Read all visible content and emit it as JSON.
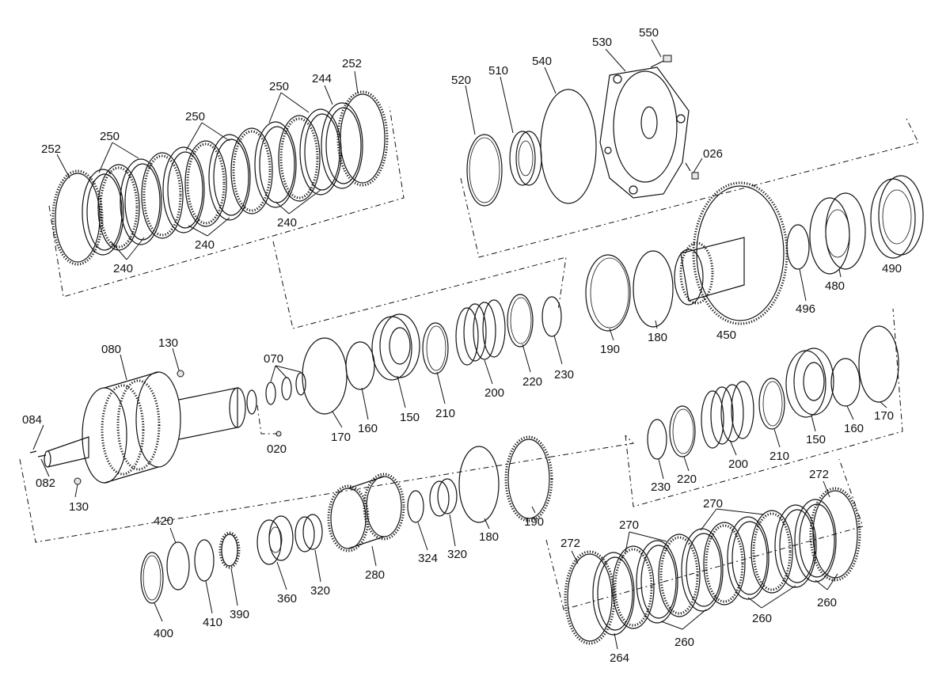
{
  "labels": {
    "l252a": "252",
    "l252b": "252",
    "l250a": "250",
    "l250b": "250",
    "l250c": "250",
    "l244": "244",
    "l240a": "240",
    "l240b": "240",
    "l240c": "240",
    "l520": "520",
    "l510": "510",
    "l540": "540",
    "l530": "530",
    "l550": "550",
    "l026": "026",
    "l480": "480",
    "l490": "490",
    "l496": "496",
    "l450": "450",
    "l190a": "190",
    "l180a": "180",
    "l230a": "230",
    "l220a": "220",
    "l200a": "200",
    "l210a": "210",
    "l150a": "150",
    "l160a": "160",
    "l170a": "170",
    "l070": "070",
    "l020": "020",
    "l130a": "130",
    "l130b": "130",
    "l080": "080",
    "l084": "084",
    "l082": "082",
    "l170b": "170",
    "l160b": "160",
    "l150b": "150",
    "l210b": "210",
    "l200b": "200",
    "l220b": "220",
    "l230b": "230",
    "l190b": "190",
    "l180b": "180",
    "l320a": "320",
    "l324": "324",
    "l280": "280",
    "l320b": "320",
    "l360": "360",
    "l420": "420",
    "l400": "400",
    "l410": "410",
    "l390": "390",
    "l272a": "272",
    "l272b": "272",
    "l270a": "270",
    "l270b": "270",
    "l264": "264",
    "l260a": "260",
    "l260b": "260",
    "l260c": "260"
  }
}
